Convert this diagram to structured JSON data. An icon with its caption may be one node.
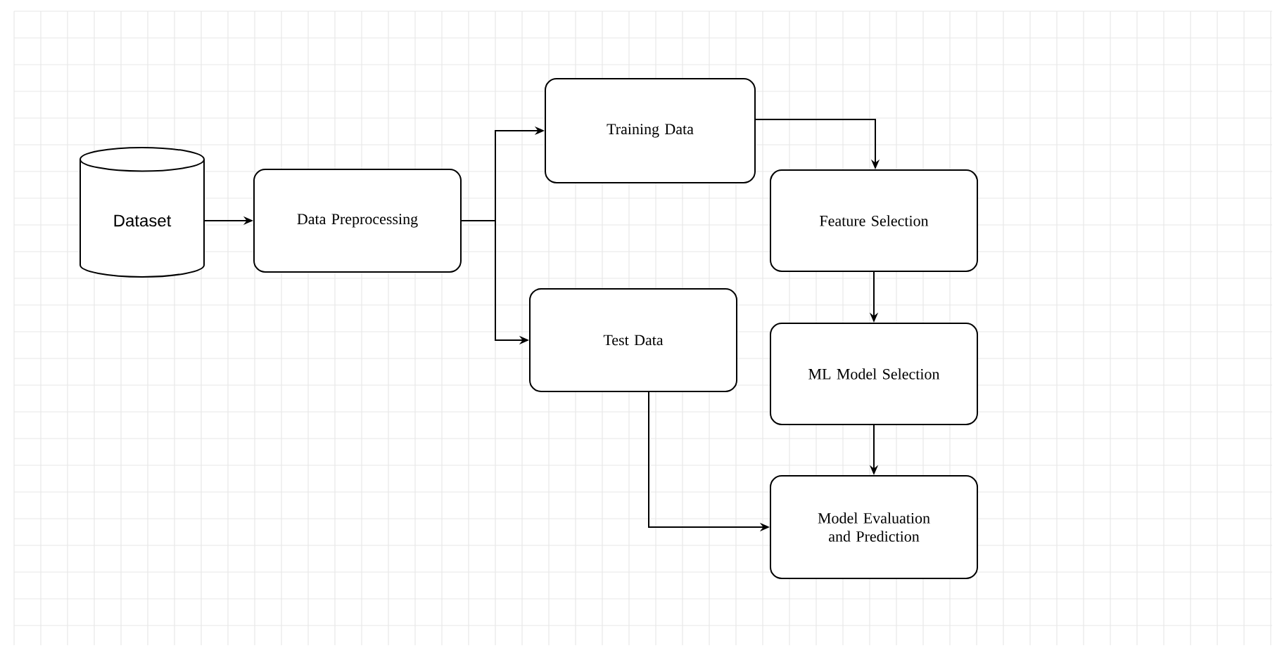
{
  "diagram": {
    "nodes": [
      {
        "text": [
          "Dataset"
        ]
      },
      {
        "text": [
          "Data Preprocessing"
        ]
      },
      {
        "text": [
          "Training Data"
        ]
      },
      {
        "text": [
          "Test Data"
        ]
      },
      {
        "text": [
          "Feature Selection"
        ]
      },
      {
        "text": [
          "ML Model Selection"
        ]
      },
      {
        "text": [
          "Model Evaluation and Prediction"
        ]
      }
    ],
    "edges": [
      {
        "from": 0,
        "to": 1,
        "arrow": "to"
      },
      {
        "from": 1,
        "to": 2,
        "arrow": "to"
      },
      {
        "from": 1,
        "to": 3,
        "arrow": "to"
      },
      {
        "from": 2,
        "to": 4,
        "arrow": "to"
      },
      {
        "from": 4,
        "to": 5,
        "arrow": "to"
      },
      {
        "from": 5,
        "to": 6,
        "arrow": "to"
      },
      {
        "from": 3,
        "to": 6,
        "arrow": "to"
      }
    ]
  }
}
